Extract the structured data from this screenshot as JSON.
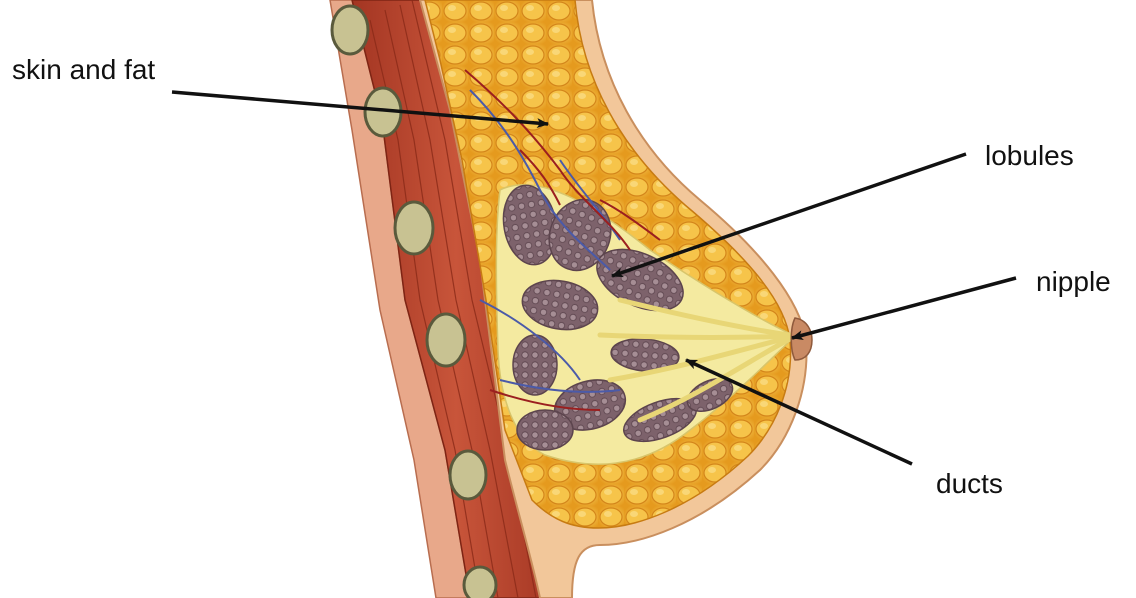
{
  "labels": {
    "skin_and_fat": "skin and fat",
    "lobules": "lobules",
    "nipple": "nipple",
    "ducts": "ducts"
  },
  "colors": {
    "skin": "#f2c79a",
    "skin_edge": "#c98f5e",
    "fat": "#f3b532",
    "fat_dark": "#d98a14",
    "muscle": "#c0452e",
    "muscle_dark": "#8e2a1c",
    "rib": "#b9b387",
    "lobule": "#8b6f78",
    "duct_tissue": "#f4eaa0",
    "vein": "#4b5aa8",
    "artery": "#9b1f1f",
    "arrow": "#111111"
  }
}
